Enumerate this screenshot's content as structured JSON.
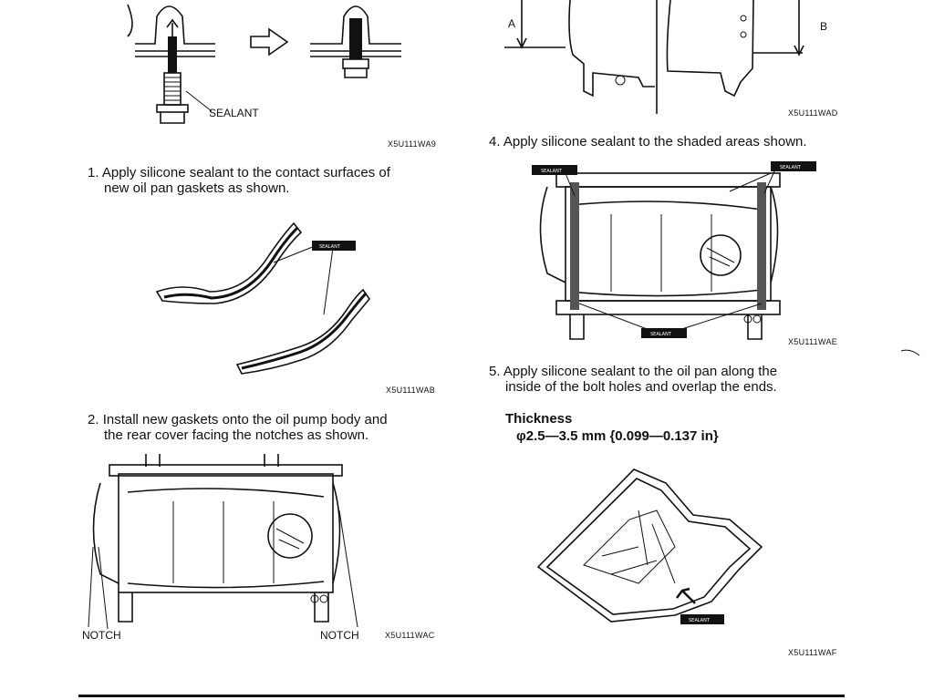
{
  "figures": {
    "wa9": {
      "code": "X5U111WA9",
      "sealant_label": "SEALANT"
    },
    "wad": {
      "code": "X5U111WAD",
      "label_a": "A",
      "label_b": "B"
    },
    "wab": {
      "code": "X5U111WAB",
      "tag": "SEALANT"
    },
    "wae": {
      "code": "X5U111WAE",
      "tag": "SEALANT"
    },
    "wac": {
      "code": "X5U111WAC",
      "notch_left": "NOTCH",
      "notch_right": "NOTCH"
    },
    "waf": {
      "code": "X5U111WAF",
      "tag": "SEALANT"
    }
  },
  "steps": {
    "s1": {
      "num": "1.",
      "line1": "Apply silicone sealant to the contact surfaces of",
      "line2": "new oil pan gaskets as shown."
    },
    "s2": {
      "num": "2.",
      "line1": "Install new gaskets onto the oil pump body and",
      "line2": "the rear cover facing the notches as shown."
    },
    "s4": {
      "num": "4.",
      "line1": "Apply silicone sealant to the shaded areas shown."
    },
    "s5": {
      "num": "5.",
      "line1": "Apply silicone sealant to the oil pan along the",
      "line2": "inside of the bolt holes and overlap the ends."
    }
  },
  "thickness": {
    "heading": "Thickness",
    "value": "φ2.5—3.5 mm {0.099—0.137 in}"
  }
}
